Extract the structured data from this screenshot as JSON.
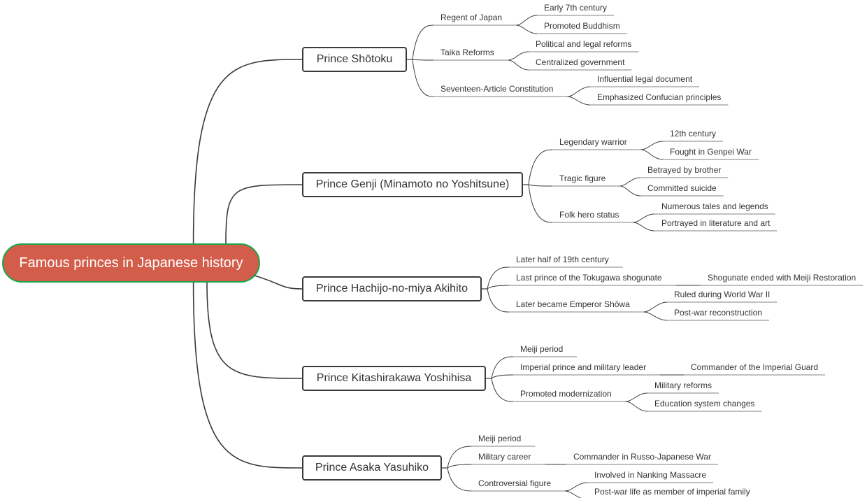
{
  "root": {
    "label": "Famous princes in Japanese history",
    "fill": "#d35d4b",
    "border": "#1aa64a"
  },
  "colors": {
    "line": "#3a3a3a",
    "leaf_line": "#9a9a9a",
    "text": "#333333"
  },
  "branches": [
    {
      "label": "Prince Shōtoku",
      "children": [
        {
          "label": "Regent of Japan",
          "children": [
            {
              "label": "Early 7th century"
            },
            {
              "label": "Promoted Buddhism"
            }
          ]
        },
        {
          "label": "Taika Reforms",
          "children": [
            {
              "label": "Political and legal reforms"
            },
            {
              "label": "Centralized government"
            }
          ]
        },
        {
          "label": "Seventeen-Article Constitution",
          "children": [
            {
              "label": "Influential legal document"
            },
            {
              "label": "Emphasized Confucian principles"
            }
          ]
        }
      ]
    },
    {
      "label": "Prince Genji (Minamoto no Yoshitsune)",
      "children": [
        {
          "label": "Legendary warrior",
          "children": [
            {
              "label": "12th century"
            },
            {
              "label": "Fought in Genpei War"
            }
          ]
        },
        {
          "label": "Tragic figure",
          "children": [
            {
              "label": "Betrayed by brother"
            },
            {
              "label": "Committed suicide"
            }
          ]
        },
        {
          "label": "Folk hero status",
          "children": [
            {
              "label": "Numerous tales and legends"
            },
            {
              "label": "Portrayed in literature and art"
            }
          ]
        }
      ]
    },
    {
      "label": "Prince Hachijo-no-miya Akihito",
      "children": [
        {
          "label": "Later half of 19th century",
          "children": []
        },
        {
          "label": "Last prince of the Tokugawa shogunate",
          "children": [
            {
              "label": "Shogunate ended with Meiji Restoration"
            }
          ]
        },
        {
          "label": "Later became Emperor Shōwa",
          "children": [
            {
              "label": "Ruled during World War II"
            },
            {
              "label": "Post-war reconstruction"
            }
          ]
        }
      ]
    },
    {
      "label": "Prince Kitashirakawa Yoshihisa",
      "children": [
        {
          "label": "Meiji period",
          "children": []
        },
        {
          "label": "Imperial prince and military leader",
          "children": [
            {
              "label": "Commander of the Imperial Guard"
            }
          ]
        },
        {
          "label": "Promoted modernization",
          "children": [
            {
              "label": "Military reforms"
            },
            {
              "label": "Education system changes"
            }
          ]
        }
      ]
    },
    {
      "label": "Prince Asaka Yasuhiko",
      "children": [
        {
          "label": "Meiji period",
          "children": []
        },
        {
          "label": "Military career",
          "children": [
            {
              "label": "Commander in Russo-Japanese War"
            }
          ]
        },
        {
          "label": "Controversial figure",
          "children": [
            {
              "label": "Involved in Nanking Massacre"
            },
            {
              "label": "Post-war life as member of imperial family"
            }
          ]
        }
      ]
    }
  ]
}
